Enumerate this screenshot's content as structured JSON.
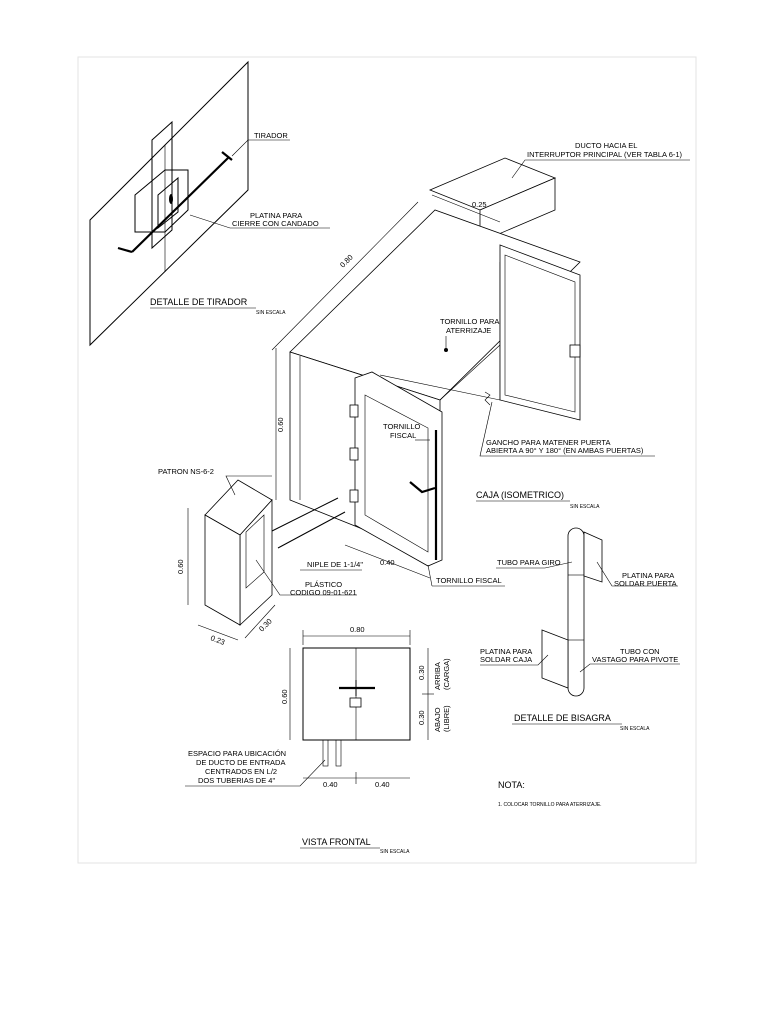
{
  "tirador": {
    "tirador_label": "TIRADOR",
    "platina_label_1": "PLATINA PARA",
    "platina_label_2": "CIERRE CON CANDADO",
    "title": "DETALLE DE TIRADOR",
    "scale": "SIN ESCALA"
  },
  "ducto": {
    "label_1": "DUCTO HACIA EL",
    "label_2": "INTERRUPTOR PRINCIPAL (VER TABLA 6-1)",
    "width_dim": "0.25"
  },
  "caja": {
    "length_dim": "0.80",
    "height_dim": "0.60",
    "depth_dim": "0.40",
    "tornillo_aterrizaje_1": "TORNILLO PARA",
    "tornillo_aterrizaje_2": "ATERRIZAJE",
    "tornillo_fiscal_1": "TORNILLO",
    "tornillo_fiscal_2": "FISCAL",
    "gancho_1": "GANCHO PARA MATENER PUERTA",
    "gancho_2": "ABIERTA A 90° Y 180° (EN AMBAS PUERTAS)",
    "title": "CAJA (ISOMETRICO)",
    "scale": "SIN ESCALA",
    "niple": "NIPLE DE 1-1/4\"",
    "tornillo_fiscal_bottom": "TORNILLO FISCAL"
  },
  "patron": {
    "label": "PATRON NS-6-2",
    "height_dim": "0.60",
    "width_dim": "0.23",
    "depth_dim": "0.30",
    "plastico_1": "PLÁSTICO",
    "plastico_2": "CODIGO 09-01-621"
  },
  "vista": {
    "width_dim": "0.80",
    "height_dim": "0.60",
    "top_half": "0.30",
    "bottom_half": "0.30",
    "arriba_1": "ARRIBA",
    "arriba_2": "(CARGA)",
    "abajo_1": "ABAJO",
    "abajo_2": "(LIBRE)",
    "left_half": "0.40",
    "right_half": "0.40",
    "espacio_1": "ESPACIO PARA UBICACIÓN",
    "espacio_2": "DE DUCTO DE ENTRADA",
    "espacio_3": "CENTRADOS EN L/2",
    "espacio_4": "DOS TUBERIAS DE 4\"",
    "title": "VISTA FRONTAL",
    "scale": "SIN ESCALA"
  },
  "bisagra": {
    "tubo_giro": "TUBO PARA GIRO",
    "platina_puerta_1": "PLATINA PARA",
    "platina_puerta_2": "SOLDAR PUERTA",
    "platina_caja_1": "PLATINA PARA",
    "platina_caja_2": "SOLDAR CAJA",
    "tubo_vastago_1": "TUBO CON",
    "tubo_vastago_2": "VASTAGO PARA PIVOTE",
    "title": "DETALLE DE BISAGRA",
    "scale": "SIN ESCALA"
  },
  "nota": {
    "title": "NOTA:",
    "item_1": "1. COLOCAR TORNILLO PARA ATERRIZAJE."
  }
}
